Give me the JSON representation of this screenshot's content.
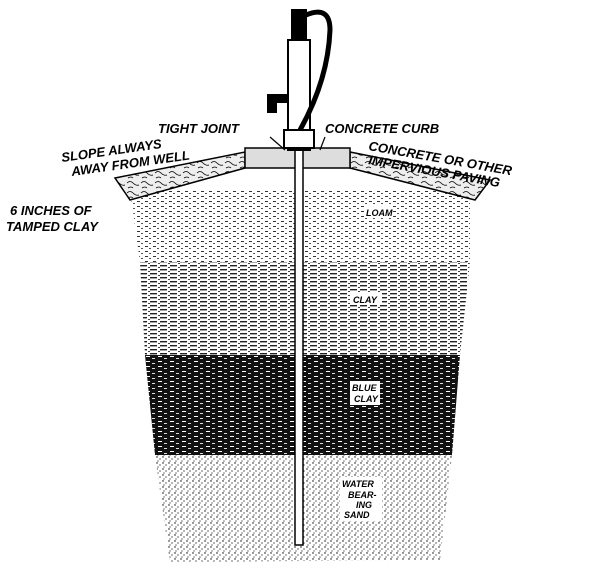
{
  "title": "Well construction cross-section",
  "labels": {
    "tight_joint": "TIGHT JOINT",
    "concrete_curb": "CONCRETE CURB",
    "slope_1": "SLOPE ALWAYS",
    "slope_2": "AWAY FROM WELL",
    "paving_1": "CONCRETE OR OTHER",
    "paving_2": "IMPERVIOUS PAVING",
    "clay_top_1": "6 INCHES OF",
    "clay_top_2": "TAMPED CLAY"
  },
  "layers": {
    "loam": "LOAM",
    "clay": "CLAY",
    "blue_clay_1": "BLUE",
    "blue_clay_2": "CLAY",
    "sand_1": "WATER",
    "sand_2": "BEAR-",
    "sand_3": "ING",
    "sand_4": "SAND"
  }
}
